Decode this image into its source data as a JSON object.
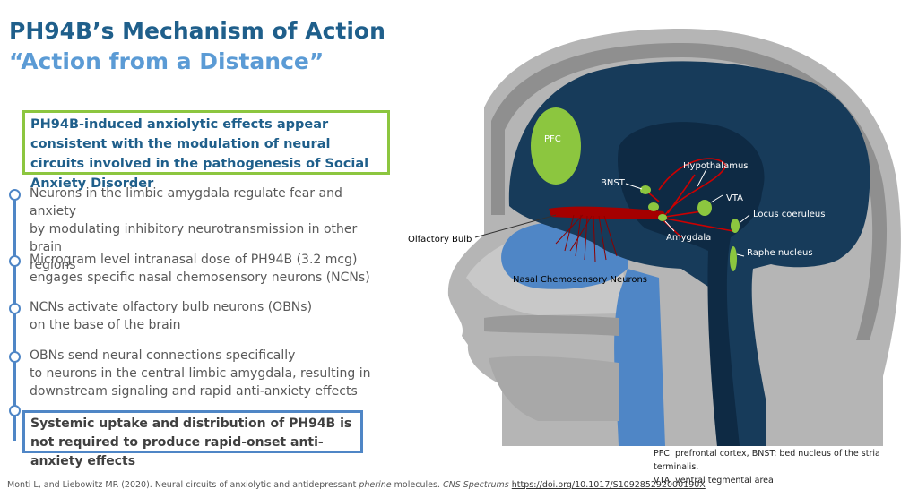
{
  "title": "PH94B’s Mechanism of Action",
  "subtitle": "“Action from a Distance”",
  "callout": "PH94B-induced anxiolytic effects appear consistent with the modulation of neural circuits involved in the pathogenesis of Social Anxiety Disorder",
  "bullets": [
    "Neurons in the limbic amygdala regulate fear and anxiety\nby modulating inhibitory neurotransmission in other brain\nregions",
    "Microgram level intranasal dose of PH94B (3.2 mcg)\nengages specific nasal chemosensory neurons (NCNs)",
    "NCNs activate olfactory bulb neurons (OBNs)\non the base of the brain",
    "OBNs send neural connections specifically\nto neurons in the central limbic amygdala, resulting in\ndownstream signaling and rapid anti-anxiety effects"
  ],
  "final_statement": "Systemic uptake and distribution of PH94B is not required to produce rapid-onset anti-anxiety effects",
  "diagram": {
    "labels": {
      "pfc": "PFC",
      "hypothalamus": "Hypothalamus",
      "bnst": "BNST",
      "vta": "VTA",
      "locus": "Locus coeruleus",
      "amygdala": "Amygdala",
      "raphe": "Raphe nucleus",
      "olfactory_bulb": "Olfactory Bulb",
      "nasal": "Nasal Chemosensory Neurons"
    },
    "colors": {
      "brain": "#173b5a",
      "brain_inner": "#0e2a44",
      "region": "#8cc63f",
      "nerve": "#a50000",
      "nasal": "#4f86c6",
      "skull": "#9a9a9a",
      "skull_light": "#bdbdbd"
    }
  },
  "abbreviations": "PFC: prefrontal cortex, BNST: bed nucleus of the stria terminalis,\nVTA: ventral tegmental area",
  "citation": {
    "text": "Monti L, and Liebowitz MR (2020). Neural circuits of anxiolytic and antidepressant ",
    "italic1": "pherine",
    "text2": " molecules. ",
    "italic2": "CNS Spectrums",
    "link": "https://doi.org/10.1017/S109285292000190X"
  }
}
